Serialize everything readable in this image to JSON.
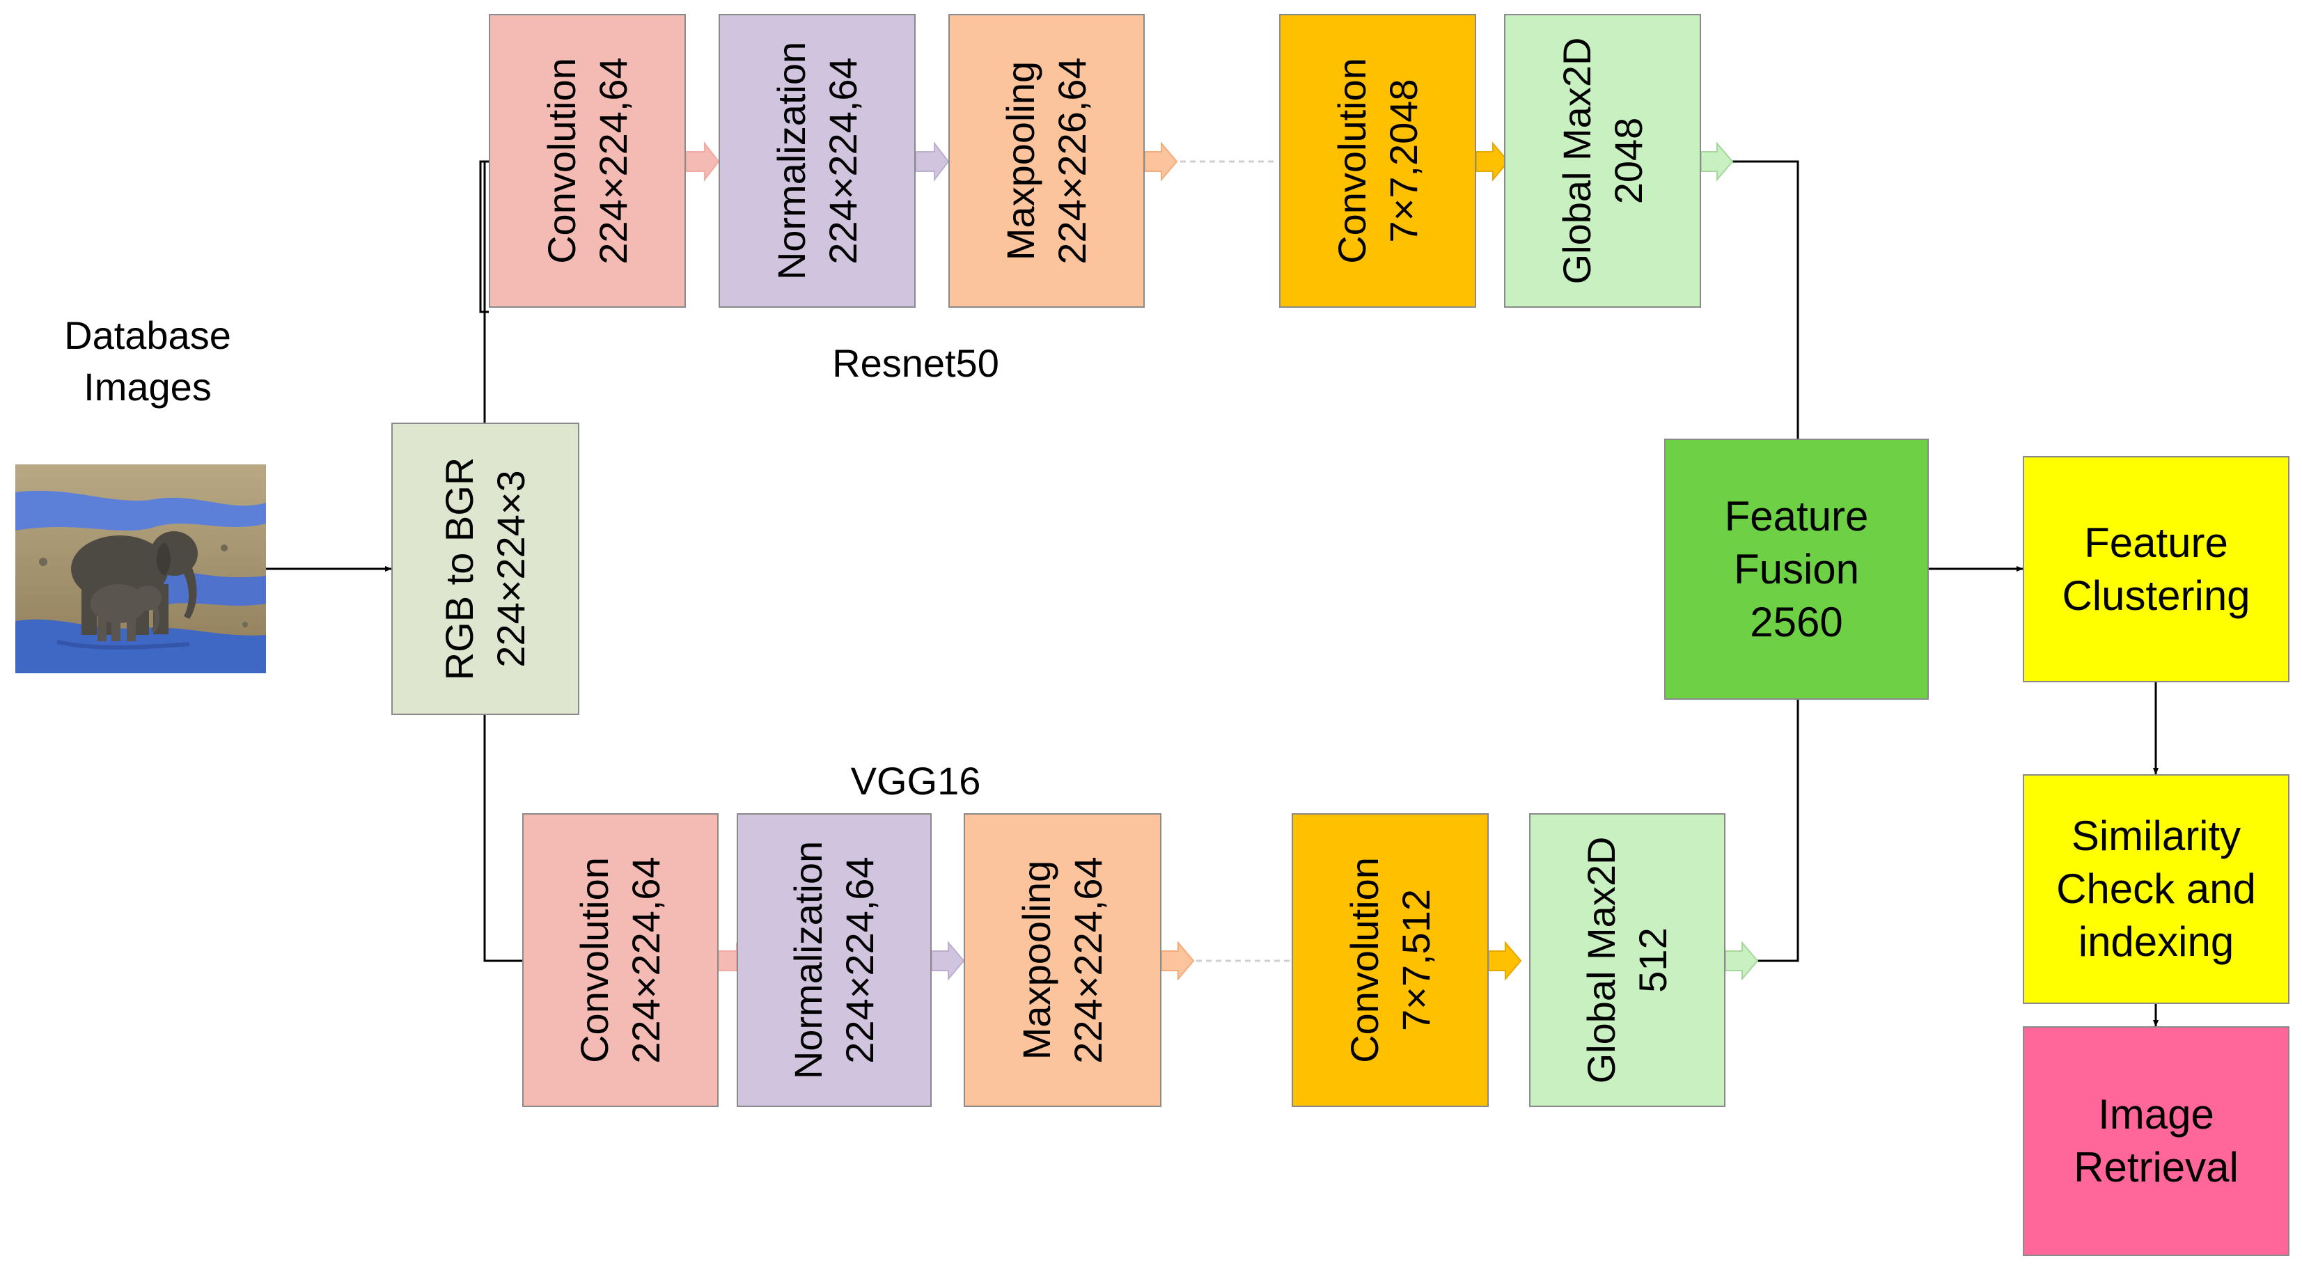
{
  "input": {
    "caption_line1": "Database",
    "caption_line2": "Images",
    "photo_subject": "elephants-at-waterhole"
  },
  "preprocess": {
    "line1": "RGB to BGR",
    "line2": "224×224×3",
    "color": "#dfe6cf"
  },
  "resnet": {
    "name": "Resnet50",
    "blocks": [
      {
        "line1": "Convolution",
        "line2": "224×224,64",
        "color": "#f4bab4"
      },
      {
        "line1": "Normalization",
        "line2": "224×224,64",
        "color": "#d1c4df"
      },
      {
        "line1": "Maxpooling",
        "line2": "224×226,64",
        "color": "#fcc49c"
      },
      {
        "line1": "Convolution",
        "line2": "7×7,2048",
        "color": "#ffc000"
      },
      {
        "line1": "Global Max2D",
        "line2": "2048",
        "color": "#c8f0c0"
      }
    ]
  },
  "vgg": {
    "name": "VGG16",
    "blocks": [
      {
        "line1": "Convolution",
        "line2": "224×224,64",
        "color": "#f4bab4"
      },
      {
        "line1": "Normalization",
        "line2": "224×224,64",
        "color": "#d1c4df"
      },
      {
        "line1": "Maxpooling",
        "line2": "224×224,64",
        "color": "#fcc49c"
      },
      {
        "line1": "Convolution",
        "line2": "7×7,512",
        "color": "#ffc000"
      },
      {
        "line1": "Global Max2D",
        "line2": "512",
        "color": "#c8f0c0"
      }
    ]
  },
  "fusion": {
    "line1": "Feature",
    "line2": "Fusion",
    "line3": "2560",
    "color": "#6ed044"
  },
  "clustering": {
    "line1": "Feature",
    "line2": "Clustering",
    "color": "#ffff00"
  },
  "similarity": {
    "line1": "Similarity",
    "line2": "Check and",
    "line3": "indexing",
    "color": "#ffff00"
  },
  "retrieval": {
    "line1": "Image",
    "line2": "Retrieval",
    "color": "#ff6699"
  }
}
